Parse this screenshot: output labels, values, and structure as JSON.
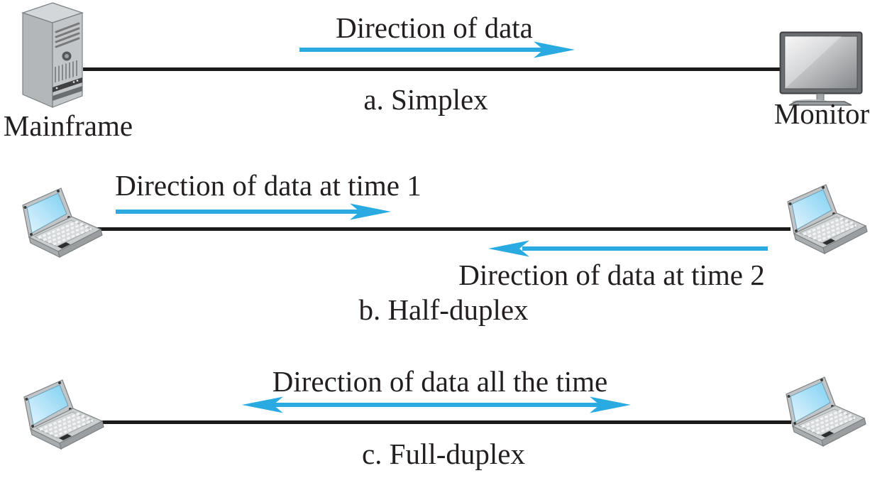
{
  "diagram": {
    "sections": {
      "simplex": {
        "arrow_label": "Direction of data",
        "caption": "a. Simplex",
        "left_device_label": "Mainframe",
        "right_device_label": "Monitor"
      },
      "half_duplex": {
        "arrow_time1_label": "Direction of data at time 1",
        "arrow_time2_label": "Direction of data at time 2",
        "caption": "b. Half-duplex"
      },
      "full_duplex": {
        "arrow_label": "Direction of data all the time",
        "caption": "c. Full-duplex"
      }
    },
    "colors": {
      "arrow_blue": "#29ABE2",
      "line_black": "#1A1A1A",
      "text_black": "#231F20",
      "background": "#FFFFFF"
    }
  }
}
